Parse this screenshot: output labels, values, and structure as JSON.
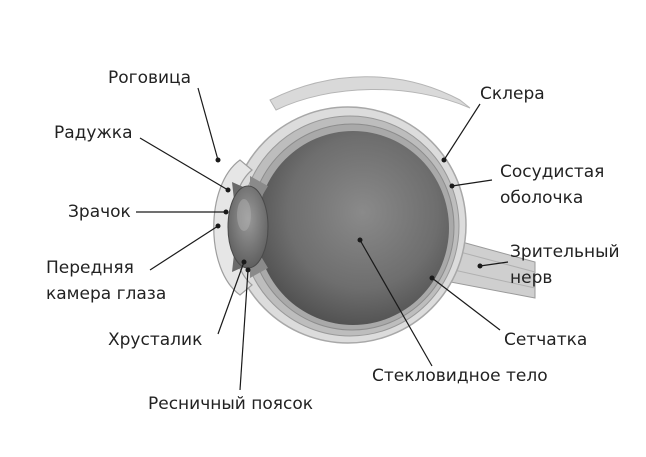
{
  "labels": {
    "cornea": "Роговица",
    "iris": "Радужка",
    "pupil": "Зрачок",
    "anterior_chamber_1": "Передняя",
    "anterior_chamber_2": "камера глаза",
    "lens": "Хрусталик",
    "ciliary_zonule": "Ресничный поясок",
    "sclera": "Склера",
    "choroid_1": "Сосудистая",
    "choroid_2": "оболочка",
    "optic_nerve_1": "Зрительный",
    "optic_nerve_2": "нерв",
    "retina": "Сетчатка",
    "vitreous_body": "Стекловидное тело"
  }
}
